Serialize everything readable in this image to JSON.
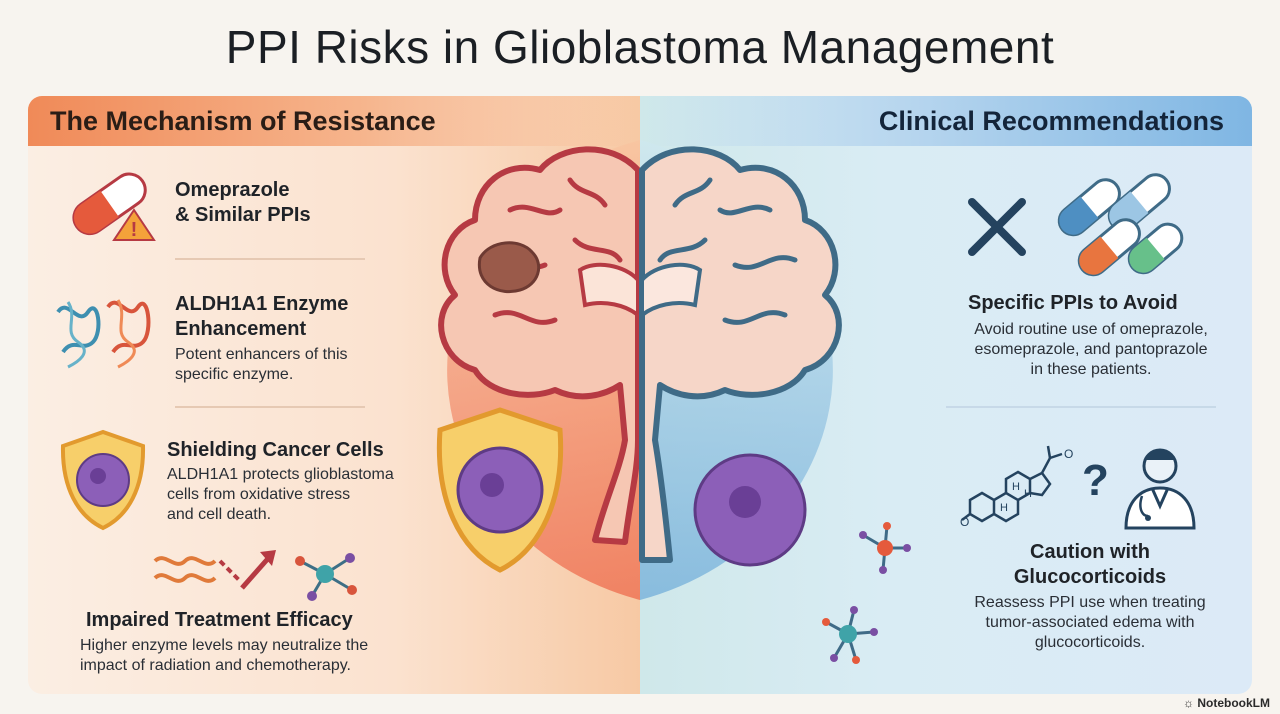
{
  "title": "PPI Risks in Glioblastoma Management",
  "left": {
    "header": "The Mechanism of Resistance",
    "items": [
      {
        "heading": "Omeprazole\n& Similar PPIs"
      },
      {
        "heading": "ALDH1A1 Enzyme\nEnhancement",
        "desc": "Potent enhancers of this\nspecific enzyme."
      },
      {
        "heading": "Shielding Cancer Cells",
        "desc": "ALDH1A1 protects glioblastoma\ncells from oxidative stress\nand cell death."
      },
      {
        "heading": "Impaired Treatment Efficacy",
        "desc": "Higher enzyme levels may neutralize the\nimpact of radiation and chemotherapy."
      }
    ]
  },
  "right": {
    "header": "Clinical Recommendations",
    "items": [
      {
        "heading": "Specific PPIs to Avoid",
        "desc": "Avoid routine use of omeprazole,\nesomeprazole, and pantoprazole\nin these patients."
      },
      {
        "heading": "Caution with\nGlucocorticoids",
        "desc": "Reassess PPI use when treating\ntumor-associated edema with\nglucocorticoids."
      }
    ],
    "steroid_labels": {
      "h": "H",
      "o": "O"
    },
    "question_mark": "?"
  },
  "brand": "NotebookLM",
  "icons": [
    "pill-warning-icon",
    "protein-structure-icon",
    "shield-cell-icon",
    "wave-arrow-icon",
    "molecule-icon",
    "cross-icon",
    "capsules-icon",
    "steroid-structure-icon",
    "question-icon",
    "doctor-icon",
    "brain-illustration",
    "tumor-cell-icon"
  ],
  "colors": {
    "left_accent": "#f08a58",
    "right_accent": "#7fb6e3",
    "brain_left": "#b63a43",
    "brain_right": "#3f6b87",
    "cell": "#7a4fa3"
  }
}
